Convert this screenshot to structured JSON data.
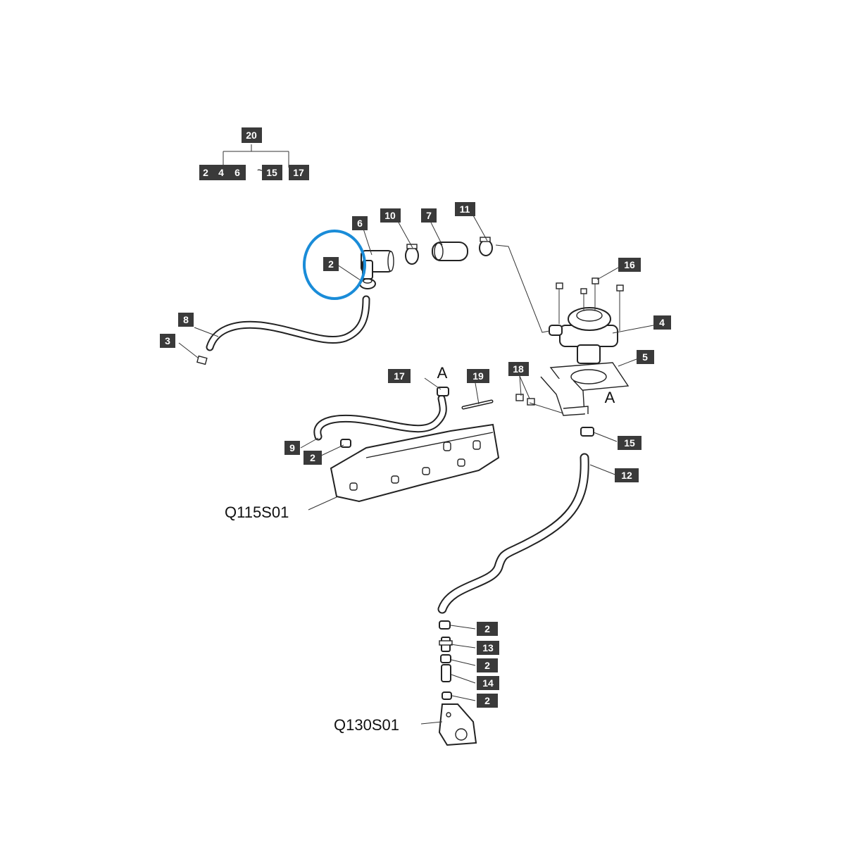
{
  "colors": {
    "callout_bg": "#3a3a3a",
    "callout_text": "#ffffff",
    "highlight_ring": "#1a8cd8"
  },
  "tree": {
    "parent": "20",
    "children": [
      "2",
      "4",
      "6",
      "~",
      "15",
      "17"
    ]
  },
  "callouts": {
    "c6": "6",
    "c10": "10",
    "c7": "7",
    "c11": "11",
    "c2_top": "2",
    "c8": "8",
    "c3": "3",
    "c16": "16",
    "c4": "4",
    "c5": "5",
    "c18": "18",
    "c17": "17",
    "c19": "19",
    "c9": "9",
    "c2_mid": "2",
    "c15": "15",
    "c12": "12",
    "c2_a": "2",
    "c13": "13",
    "c2_b": "2",
    "c14": "14",
    "c2_c": "2"
  },
  "labels": {
    "ref_valve_cover": "Q115S01",
    "ref_gear_case": "Q130S01",
    "marker_a_top": "A",
    "marker_a_bracket": "A"
  }
}
